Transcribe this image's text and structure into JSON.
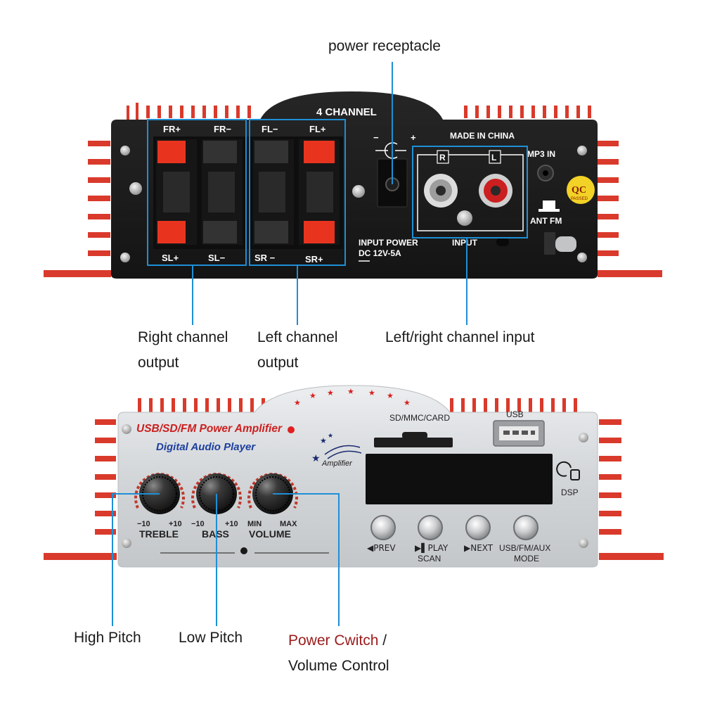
{
  "rear_panel": {
    "title": "4 CHANNEL",
    "made_in": "MADE IN CHINA",
    "speaker_terminals": {
      "top": [
        "FR+",
        "FR−",
        "FL−",
        "FL+"
      ],
      "bottom": [
        "SL+",
        "SL−",
        "SR −",
        "SR+"
      ]
    },
    "power_polarity": [
      "−",
      "+"
    ],
    "input_power": "INPUT POWER",
    "dc_rating": "DC  12V-5A",
    "rca_labels": [
      "R",
      "L"
    ],
    "input_label": "INPUT",
    "mp3_in": "MP3  IN",
    "ant_fm": "ANT  FM",
    "qc_badge": "QC",
    "qc_passed": "PASSED"
  },
  "front_panel": {
    "brand_line1": "USB/SD/FM Power Amplifier",
    "brand_line2": "Digital Audio Player",
    "logo_text": "Amplifier",
    "sd_label": "SD/MMC/CARD",
    "usb_label": "USB",
    "dsp_label": "DSP",
    "knobs": [
      {
        "label": "TREBLE",
        "min": "−10",
        "max": "+10"
      },
      {
        "label": "BASS",
        "min": "−10",
        "max": "+10"
      },
      {
        "label": "VOLUME",
        "min": "MIN",
        "max": "MAX"
      }
    ],
    "buttons": [
      {
        "line1": "◀PREV",
        "line2": ""
      },
      {
        "line1": "▶▌PLAY",
        "line2": "SCAN"
      },
      {
        "line1": "▶NEXT",
        "line2": ""
      },
      {
        "line1": "USB/FM/AUX",
        "line2": "MODE"
      }
    ]
  },
  "callouts": {
    "power_receptacle": "power receptacle",
    "right_output_l1": "Right channel",
    "right_output_l2": "output",
    "left_output_l1": "Left channel",
    "left_output_l2": "output",
    "lr_input": "Left/right channel input",
    "high_pitch": "High Pitch",
    "low_pitch": "Low Pitch",
    "power_switch": "Power Cwitch",
    "power_switch_sep": " /",
    "volume_control": "Volume Control"
  },
  "colors": {
    "callout_line": "#1e8fd6",
    "heatsink_red": "#d93a2b",
    "panel_black": "#1b1b1b",
    "panel_silver": "#d7d9dc",
    "terminal_red": "#e8341f",
    "brand_red": "#cc1f1f",
    "brand_blue": "#1d3f9e"
  }
}
